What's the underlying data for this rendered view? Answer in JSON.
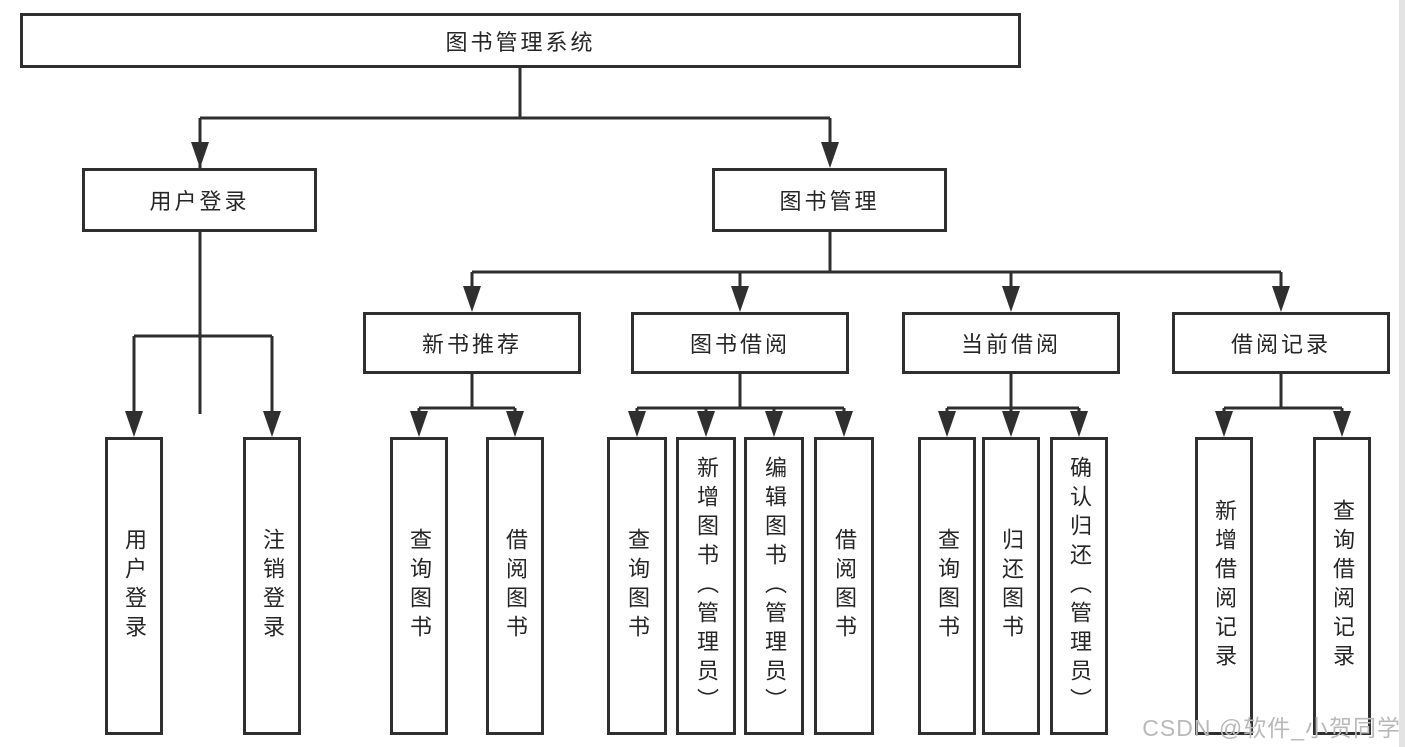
{
  "nodes": {
    "root": "图书管理系统",
    "user_login": "用户登录",
    "book_mgmt": "图书管理",
    "new_books": "新书推荐",
    "book_borrow": "图书借阅",
    "current_borrow": "当前借阅",
    "borrow_records": "借阅记录"
  },
  "leaves": {
    "user_login": [
      "用户登录",
      "注销登录"
    ],
    "new_books": [
      "查询图书",
      "借阅图书"
    ],
    "book_borrow": [
      "查询图书",
      "新增图书（管理员）",
      "编辑图书（管理员）",
      "借阅图书"
    ],
    "current_borrow": [
      "查询图书",
      "归还图书",
      "确认归还（管理员）"
    ],
    "borrow_records": [
      "新增借阅记录",
      "查询借阅记录"
    ]
  },
  "watermark": "CSDN @软件_小贺同学",
  "colors": {
    "line": "#2f2f2f",
    "box_border": "#2f2f2f",
    "box_fill": "#ffffff",
    "text": "#262626",
    "watermark": "#b9b9b9",
    "background": "#ffffff"
  }
}
